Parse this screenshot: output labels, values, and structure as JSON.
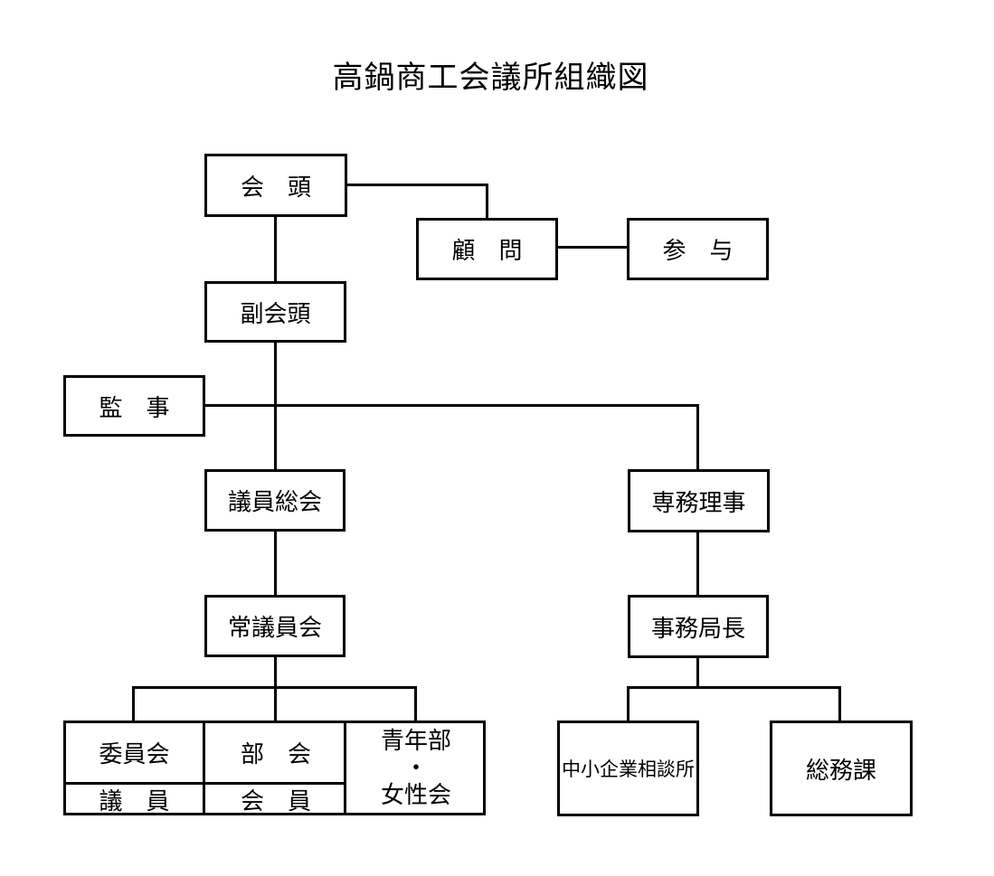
{
  "page": {
    "title": "高鍋商工会議所組織図",
    "background_color": "#ffffff",
    "line_color": "#000000",
    "box_fill_color": "#ffffff"
  },
  "nodes": {
    "kaicho": {
      "label": "会　頭"
    },
    "komon": {
      "label": "顧　問"
    },
    "sanyo": {
      "label": "参　与"
    },
    "fukukaicho": {
      "label": "副会頭"
    },
    "kanji": {
      "label": "監　事"
    },
    "giinsokai": {
      "label": "議員総会"
    },
    "senmuriji": {
      "label": "専務理事"
    },
    "jogiinkai": {
      "label": "常議員会"
    },
    "jimukyokucho": {
      "label": "事務局長"
    },
    "iinkai": {
      "label": "委員会"
    },
    "bukai": {
      "label": "部　会"
    },
    "giin": {
      "label": "議　員"
    },
    "kaiin": {
      "label": "会　員"
    },
    "seinenbu_joseikai": {
      "line1": "青年部",
      "line2": "・",
      "line3": "女性会"
    },
    "chushokigyo": {
      "label": "中小企業相談所"
    },
    "somuka": {
      "label": "総務課"
    }
  },
  "edges": [
    {
      "from": "会頭",
      "to": "顧問"
    },
    {
      "from": "顧問",
      "to": "参与"
    },
    {
      "from": "会頭",
      "to": "副会頭"
    },
    {
      "from": "副会頭",
      "to": "議員総会"
    },
    {
      "from": "監事",
      "to": "副会頭-議員総会ライン"
    },
    {
      "from": "監事",
      "to": "専務理事"
    },
    {
      "from": "議員総会",
      "to": "常議員会"
    },
    {
      "from": "専務理事",
      "to": "事務局長"
    },
    {
      "from": "常議員会",
      "to": "委員会・議員"
    },
    {
      "from": "常議員会",
      "to": "部会・会員"
    },
    {
      "from": "常議員会",
      "to": "青年部・女性会"
    },
    {
      "from": "事務局長",
      "to": "中小企業相談所"
    },
    {
      "from": "事務局長",
      "to": "総務課"
    }
  ]
}
